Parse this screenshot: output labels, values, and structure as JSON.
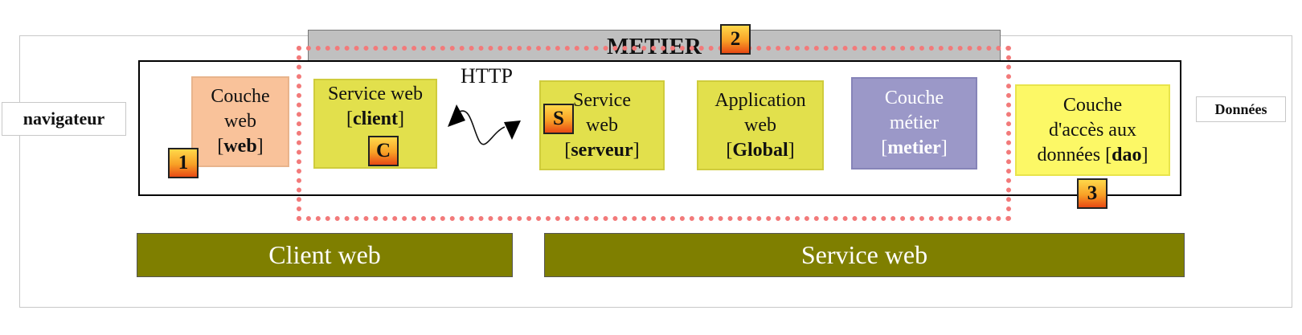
{
  "labels": {
    "metier": "METIER",
    "navigateur": "navigateur",
    "donnees": "Données",
    "http": "HTTP"
  },
  "components": {
    "couche_web": {
      "line1": "Couche",
      "line2": "web",
      "open": "[",
      "bold": "web",
      "close": "]"
    },
    "service_client": {
      "line1": "Service web",
      "open": "[",
      "bold": "client",
      "close": "]"
    },
    "service_serveur": {
      "line1": "Service",
      "line2": "web",
      "open": "[",
      "bold": "serveur",
      "close": "]"
    },
    "application": {
      "line1": "Application",
      "line2": "web",
      "open": "[",
      "bold": "Global",
      "close": "]"
    },
    "couche_metier": {
      "line1": "Couche",
      "line2": "métier",
      "open": "[",
      "bold": "metier",
      "close": "]"
    },
    "couche_dao": {
      "line1": "Couche",
      "line2": "d'accès aux",
      "line3": "données ",
      "open": "[",
      "bold": "dao",
      "close": "]"
    }
  },
  "badges": {
    "one": "1",
    "two": "2",
    "three": "3",
    "client": "C",
    "server": "S"
  },
  "bands": {
    "client": "Client web",
    "service": "Service web"
  },
  "colors": {
    "orange_box": "#f9c29a",
    "yellow_box": "#e2e04c",
    "purple_box": "#9b98c8",
    "light_yellow_box": "#fcf866",
    "olive_band": "#7f7f00",
    "dashed_red": "#f27a7a",
    "metier_bar": "#c0c0c0"
  }
}
